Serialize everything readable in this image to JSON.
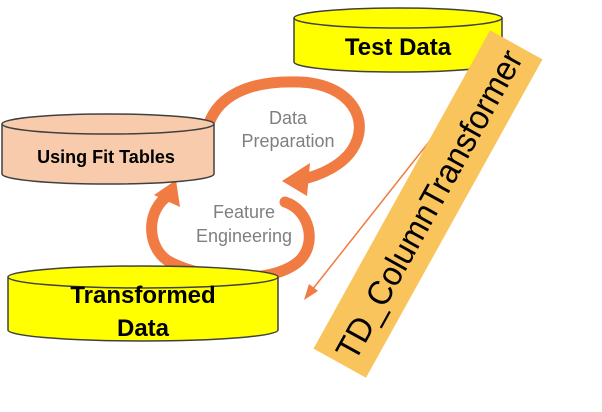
{
  "nodes": {
    "test_data": "Test Data",
    "fit_tables": "Using Fit Tables",
    "transformed_data_line1": "Transformed",
    "transformed_data_line2": "Data"
  },
  "steps": {
    "data_prep_line1": "Data",
    "data_prep_line2": "Preparation",
    "feature_eng_line1": "Feature",
    "feature_eng_line2": "Engineering"
  },
  "function_label": "TD_ColumnTransformer",
  "colors": {
    "yellow_fill": "#FFFF00",
    "pink_fill": "#F8CBAD",
    "orange_arrow": "#F07B43",
    "banner_fill": "#F9C45C",
    "step_text": "#7F7F7F",
    "outline": "#404040"
  }
}
